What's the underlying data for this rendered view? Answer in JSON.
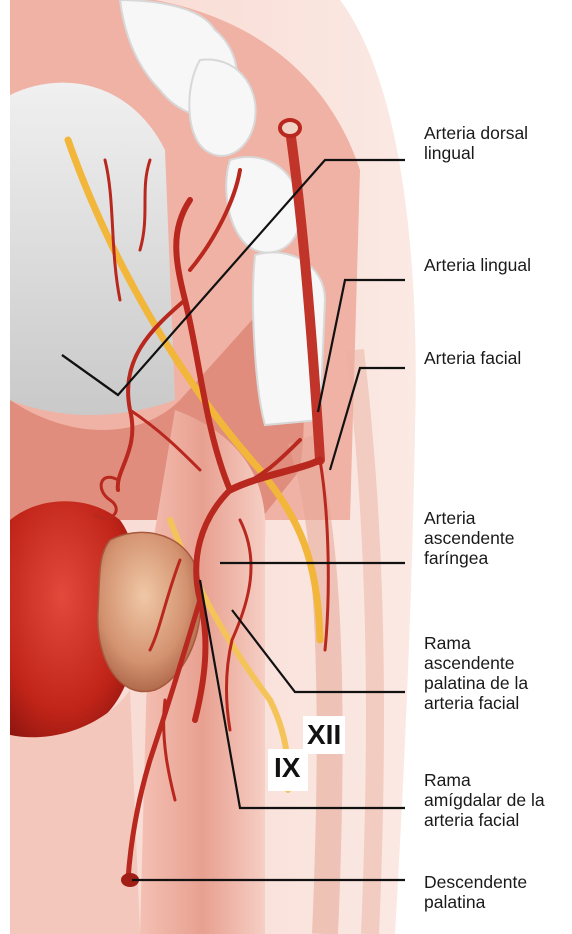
{
  "labels": {
    "dorsal": "Arteria dorsal\nlingual",
    "lingual": "Arteria lingual",
    "facial": "Arteria facial",
    "ascendente_faringea": "Arteria\nascendente\nfaríngea",
    "palatina_asc": "Rama\nascendente\npalatina de la\narteria facial",
    "amigdalar": "Rama\namígdalar de la\narteria facial",
    "descendente": "Descendente\npalatina"
  },
  "nerves": {
    "xii": "XII",
    "ix": "IX"
  },
  "colors": {
    "artery": "#b8281e",
    "nerve": "#f2b63a",
    "tissue": "#e59c8c",
    "leader": "#111111"
  }
}
